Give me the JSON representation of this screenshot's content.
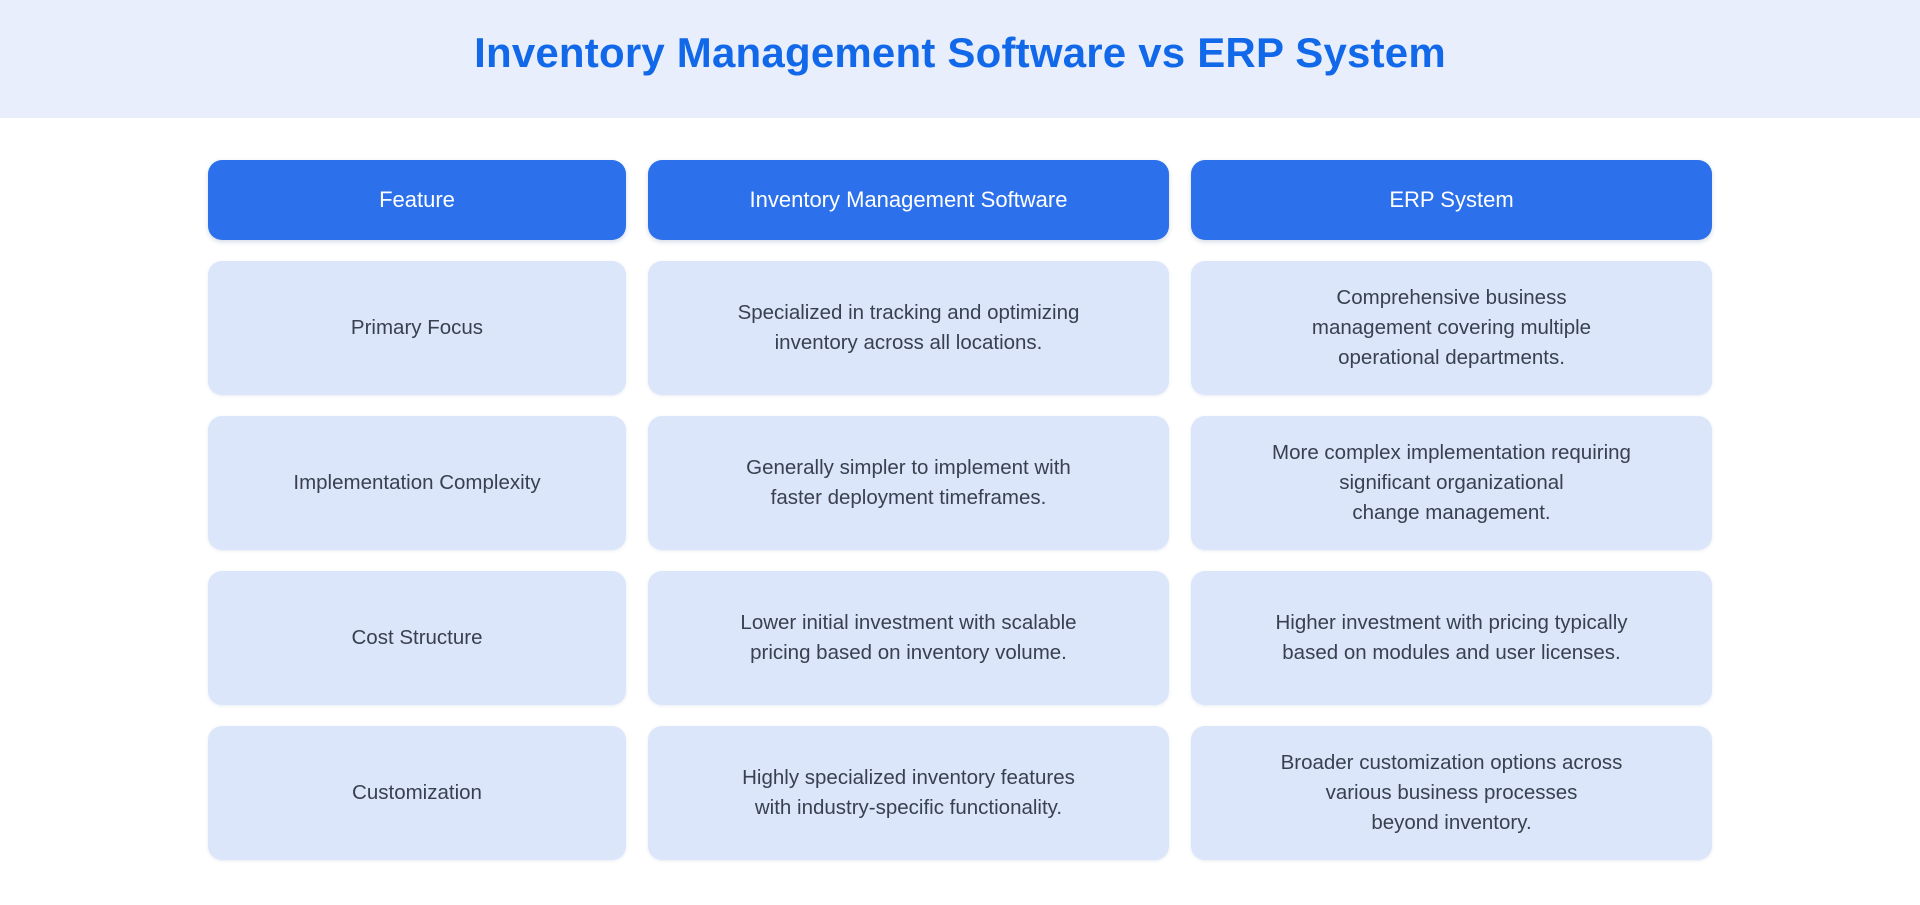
{
  "page": {
    "title": "Inventory Management Software vs ERP System",
    "colors": {
      "title_text": "#1168E8",
      "title_band_bg": "#E8EEFB",
      "header_bg": "#2C71EB",
      "header_text": "#FFFFFF",
      "cell_bg": "#DCE6FA",
      "cell_text": "#394150",
      "page_bg": "#FFFFFF"
    }
  },
  "table": {
    "headers": [
      "Feature",
      "Inventory Management Software",
      "ERP System"
    ],
    "rows": [
      {
        "feature": "Primary Focus",
        "ims": "Specialized in tracking and optimizing\ninventory across all locations.",
        "erp": "Comprehensive business\nmanagement covering multiple\noperational departments."
      },
      {
        "feature": "Implementation Complexity",
        "ims": "Generally simpler to implement with\nfaster deployment timeframes.",
        "erp": "More complex implementation requiring\nsignificant organizational\nchange management."
      },
      {
        "feature": "Cost Structure",
        "ims": "Lower initial investment with scalable\npricing based on inventory volume.",
        "erp": "Higher investment with pricing typically\nbased on modules and user licenses."
      },
      {
        "feature": "Customization",
        "ims": "Highly specialized inventory features\nwith industry-specific functionality.",
        "erp": "Broader customization options across\nvarious business processes\nbeyond inventory."
      }
    ]
  },
  "chart_data": {
    "type": "table",
    "title": "Inventory Management Software vs ERP System",
    "columns": [
      "Feature",
      "Inventory Management Software",
      "ERP System"
    ],
    "rows": [
      [
        "Primary Focus",
        "Specialized in tracking and optimizing inventory across all locations.",
        "Comprehensive business management covering multiple operational departments."
      ],
      [
        "Implementation Complexity",
        "Generally simpler to implement with faster deployment timeframes.",
        "More complex implementation requiring significant organizational change management."
      ],
      [
        "Cost Structure",
        "Lower initial investment with scalable pricing based on inventory volume.",
        "Higher investment with pricing typically based on modules and user licenses."
      ],
      [
        "Customization",
        "Highly specialized inventory features with industry-specific functionality.",
        "Broader customization options across various business processes beyond inventory."
      ]
    ],
    "layout": {
      "header_fill": "#2C71EB",
      "body_fill": "#DCE6FA",
      "grid": false,
      "legend": "none"
    }
  }
}
